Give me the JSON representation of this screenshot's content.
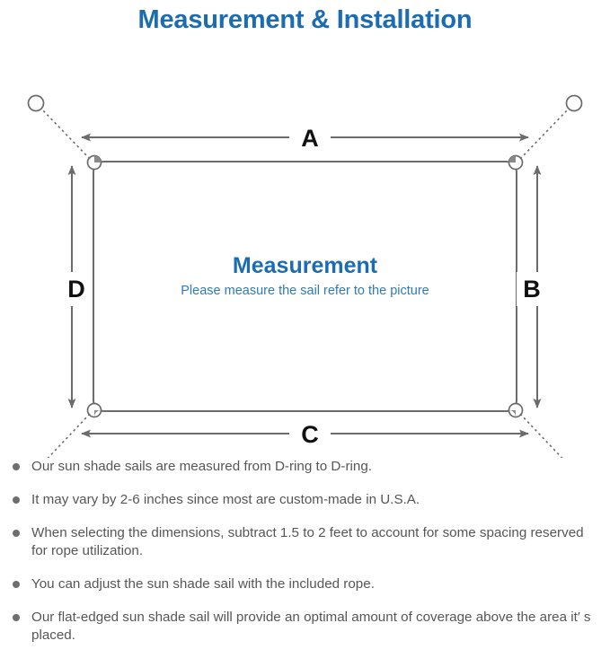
{
  "page": {
    "title": "Measurement & Installation",
    "background_color": "#ffffff",
    "accent_color": "#1C6CB0",
    "line_color": "#6b6b6b",
    "text_color": "#565656"
  },
  "diagram": {
    "name": "sun-shade-sail-measurement-diagram",
    "center": {
      "heading": "Measurement",
      "subheading": "Please measure the sail refer to the picture"
    },
    "dimension_labels": {
      "top": "A",
      "right": "B",
      "bottom": "C",
      "left": "D"
    },
    "elements": {
      "sail_shape": "rounded-rectangle",
      "corner_hardware": "d-ring",
      "corner_count": 4,
      "rope_style": "dotted",
      "anchor_point_count": 4,
      "arrow_style": "double-headed-dimension-arrow"
    }
  },
  "notes": {
    "items": [
      "Our sun shade sails are measured from D-ring to D-ring.",
      "It may vary by 2-6 inches since most are custom-made in U.S.A.",
      "When selecting the dimensions, subtract 1.5 to 2 feet to account for some spacing reserved for rope utilization.",
      "You can adjust the sun shade sail with the included rope.",
      "Our flat-edged sun shade sail will provide an optimal amount of coverage above the area it′ s placed."
    ]
  }
}
